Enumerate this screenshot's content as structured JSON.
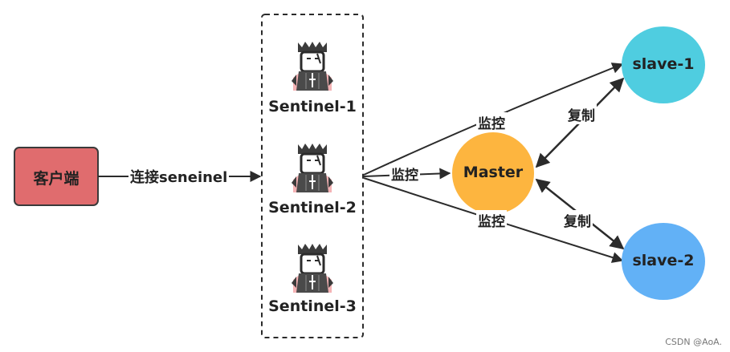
{
  "client": {
    "label": "客户端",
    "fill": "#e06c6e",
    "stroke": "#3a3a3a"
  },
  "client_edge_label": "连接seneinel",
  "sentinels": [
    {
      "label": "Sentinel-1"
    },
    {
      "label": "Sentinel-2"
    },
    {
      "label": "Sentinel-3"
    }
  ],
  "master": {
    "label": "Master",
    "fill": "#fdb53f"
  },
  "slaves": [
    {
      "label": "slave-1",
      "fill": "#4fcde0"
    },
    {
      "label": "slave-2",
      "fill": "#62b1f6"
    }
  ],
  "monitor_labels": [
    "监控",
    "监控",
    "监控"
  ],
  "replicate_labels": [
    "复制",
    "复制"
  ],
  "watermark": "CSDN @AoA.",
  "icon": "sentinel-person-icon"
}
